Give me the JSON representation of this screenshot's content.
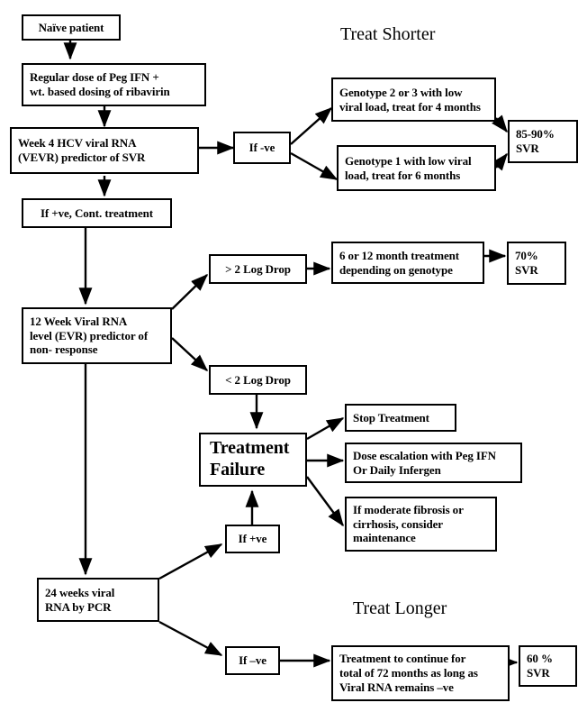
{
  "diagram": {
    "titles": [
      {
        "text": "Treat Shorter"
      },
      {
        "text": "Treat Longer"
      }
    ],
    "nodes": {
      "naive_patient": "Naïve patient",
      "regular_dose": "Regular dose of Peg IFN +\nwt. based dosing of ribavirin",
      "week4": "Week 4 HCV viral RNA\n(VEVR) predictor of SVR",
      "if_neg_week4": "If -ve",
      "genotype_2_3": "Genotype 2 or 3 with low\nviral load, treat for 4 months",
      "genotype_1": "Genotype 1 with low viral\nload, treat for 6 months",
      "svr_85_90": "85-90%\nSVR",
      "if_pos_cont": "If +ve, Cont. treatment",
      "week12": "12 Week Viral RNA\nlevel (EVR) predictor of\nnon- response",
      "log_drop_gt2": "> 2 Log Drop",
      "log_drop_lt2": "< 2 Log Drop",
      "treatment_6_12": "6 or 12 month treatment\ndepending on genotype",
      "svr_70": "70%\nSVR",
      "treatment_failure": "Treatment\nFailure",
      "stop_treatment": "Stop Treatment",
      "dose_escalation": "Dose escalation with Peg IFN\nOr Daily Infergen",
      "fibrosis_maintenance": "If moderate fibrosis or\ncirrhosis, consider\nmaintenance",
      "if_pos_24wk": "If +ve",
      "week24": "24 weeks viral\nRNA by PCR",
      "if_neg_24wk": "If –ve",
      "treatment_continue": "Treatment to continue for\ntotal of 72 months as long as\nViral RNA remains  –ve",
      "svr_60": "60 %\nSVR"
    },
    "colors": {
      "stroke": "#000000",
      "background": "#ffffff",
      "text": "#000000"
    }
  }
}
